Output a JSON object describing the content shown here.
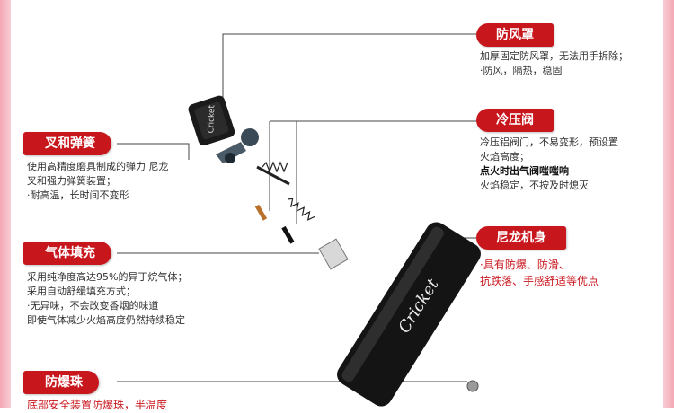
{
  "features": {
    "windshield": {
      "title": "防风罩",
      "lines": [
        "加厚固定防风罩，无法用手拆除；",
        "·防风，隔热，稳固"
      ]
    },
    "valve": {
      "title": "冷压阀",
      "lines": [
        "冷压铝阀门，不易变形，预设置",
        "火焰高度；",
        "点火时出气阀嗤嗤响",
        "火焰稳定，不按及时熄灭"
      ]
    },
    "body": {
      "title": "尼龙机身",
      "lines": [
        "·具有防爆、防滑、",
        "抗跌落、手感舒适等优点"
      ]
    },
    "fork_spring": {
      "title": "叉和弹簧",
      "lines": [
        "使用高精度磨具制成的弹力 尼龙",
        "叉和强力弹簧装置；",
        "·耐高温，长时间不变形"
      ]
    },
    "gas_fill": {
      "title": "气体填充",
      "lines": [
        "采用纯净度高达95%的异丁烷气体；",
        "采用自动舒缓填充方式；",
        "·无异味，不会改变香烟的味道",
        "即使气体减少火焰高度仍然持续稳定"
      ]
    },
    "ball": {
      "title": "防爆珠",
      "lines": [
        "底部安全装置防爆珠，半温度"
      ]
    }
  },
  "product": {
    "cap_brand": "Cricket",
    "body_signature": "Cricket"
  },
  "colors": {
    "accent": "#c8161d",
    "side_band": "#f3a8b4"
  }
}
